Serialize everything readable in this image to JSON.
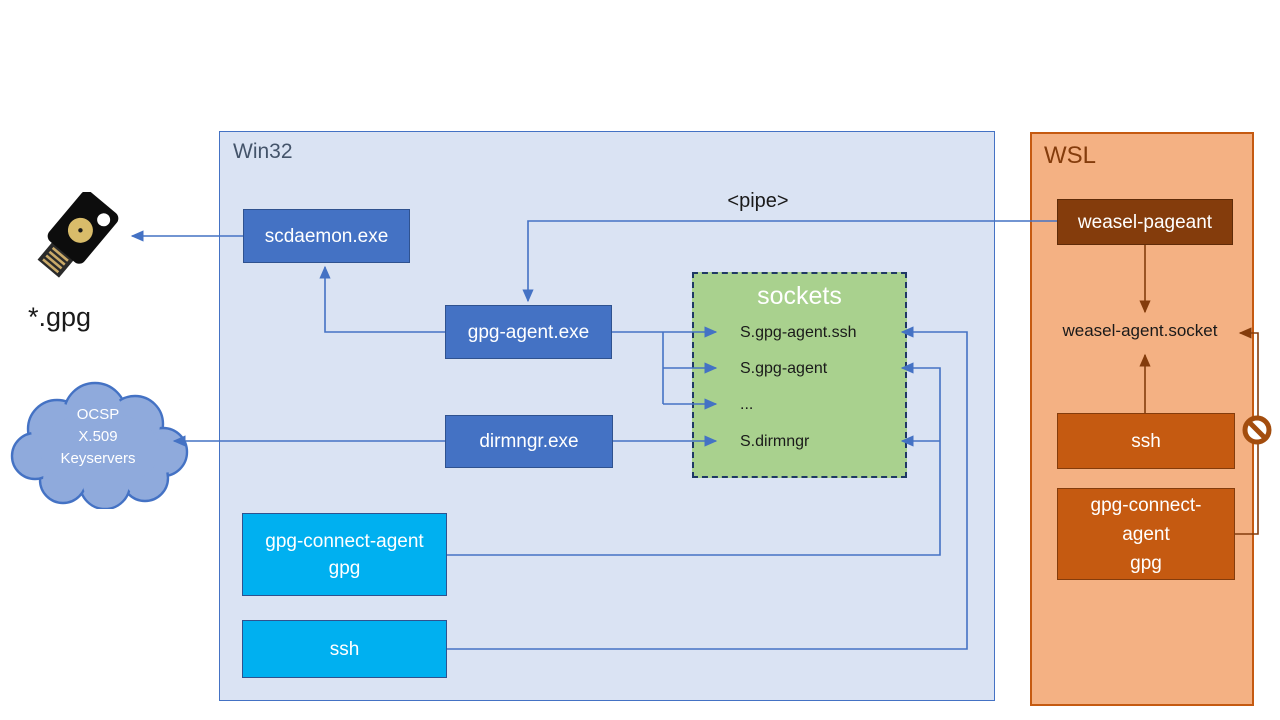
{
  "diagram": {
    "title_context": "gpg-agent Win32 / WSL bridge diagram",
    "pipe_label": "<pipe>",
    "win32": {
      "label": "Win32",
      "scdaemon": "scdaemon.exe",
      "gpg_agent": "gpg-agent.exe",
      "dirmngr": "dirmngr.exe",
      "gpg_connect_line1": "gpg-connect-agent",
      "gpg_connect_line2": "gpg",
      "ssh": "ssh",
      "sockets": {
        "title": "sockets",
        "items": [
          "S.gpg-agent.ssh",
          "S.gpg-agent",
          "...",
          "S.dirmngr"
        ]
      }
    },
    "wsl": {
      "label": "WSL",
      "weasel_pageant": "weasel-pageant",
      "weasel_socket": "weasel-agent.socket",
      "ssh": "ssh",
      "gpg_connect_line1": "gpg-connect-",
      "gpg_connect_line2": "agent",
      "gpg_connect_line3": "gpg"
    },
    "external": {
      "gpg_files": "*.gpg",
      "cloud_line1": "OCSP",
      "cloud_line2": "X.509",
      "cloud_line3": "Keyservers"
    },
    "colors": {
      "win32_fill": "#dae3f3",
      "win32_border": "#4472c4",
      "win32_label": "#44546a",
      "process_box": "#4472c4",
      "client_box": "#00b0f0",
      "sockets_fill": "#a9d18e",
      "sockets_border": "#1f3864",
      "wsl_fill": "#f4b183",
      "wsl_border": "#c55a11",
      "wsl_dark_box": "#843c0c",
      "wsl_rust_box": "#c55a11",
      "arrow_blue": "#4472c4",
      "arrow_brown": "#843c0c",
      "cloud_fill": "#8faadc"
    }
  }
}
